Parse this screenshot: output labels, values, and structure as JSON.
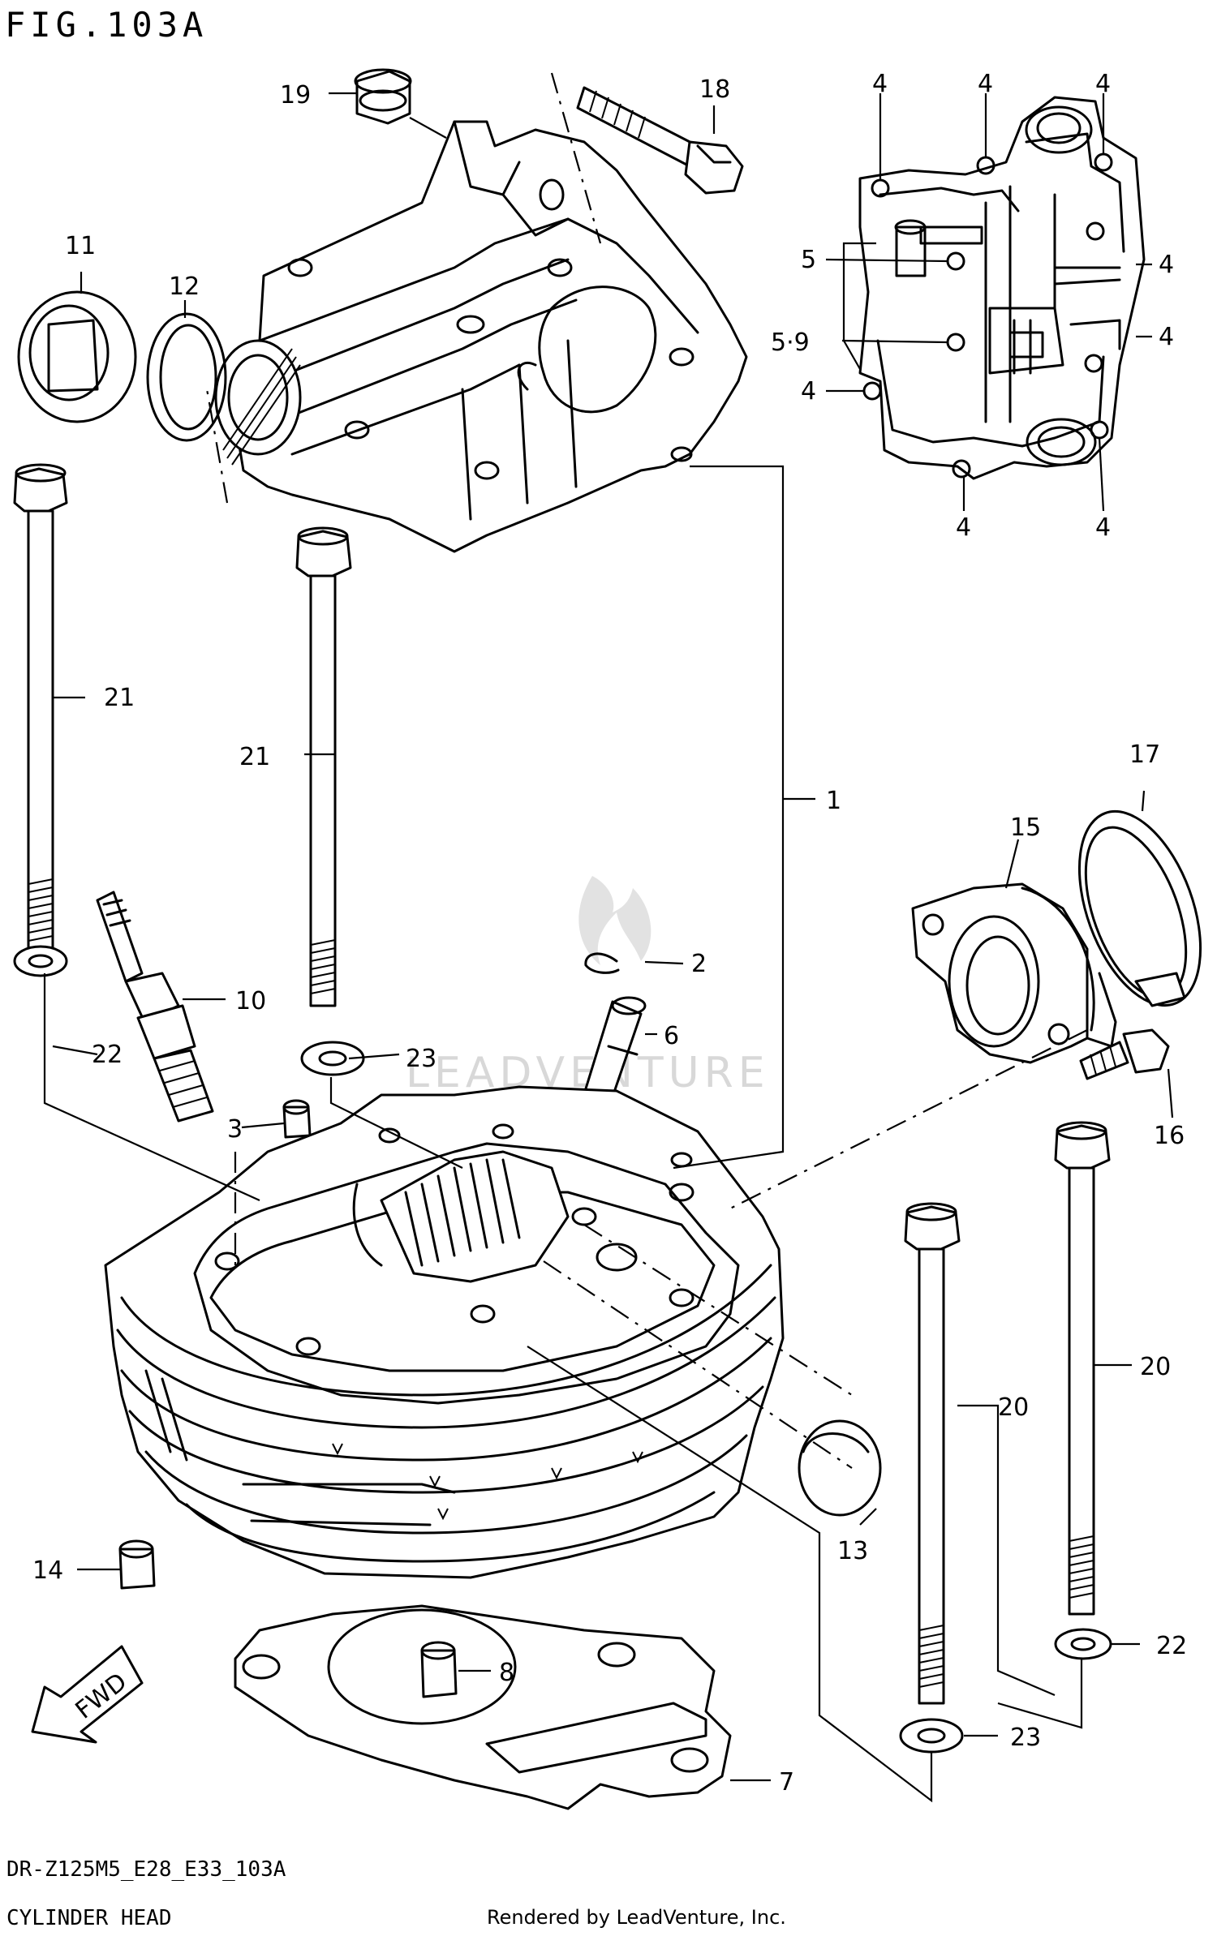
{
  "header": {
    "fig_title": "FIG.103A"
  },
  "footer": {
    "model_code": "DR-Z125M5_E28_E33_103A",
    "section_title": "CYLINDER HEAD",
    "render_credit": "Rendered by LeadVenture, Inc."
  },
  "watermark": {
    "text": "LEADVENTURE"
  },
  "fwd_arrow_label": "FWD",
  "callouts": [
    {
      "id": "c1",
      "label": "1"
    },
    {
      "id": "c2",
      "label": "2"
    },
    {
      "id": "c3",
      "label": "3"
    },
    {
      "id": "c4a",
      "label": "4"
    },
    {
      "id": "c4b",
      "label": "4"
    },
    {
      "id": "c4c",
      "label": "4"
    },
    {
      "id": "c4d",
      "label": "4"
    },
    {
      "id": "c4e",
      "label": "4"
    },
    {
      "id": "c4f",
      "label": "4"
    },
    {
      "id": "c4g",
      "label": "4"
    },
    {
      "id": "c4h",
      "label": "4"
    },
    {
      "id": "c5",
      "label": "5"
    },
    {
      "id": "c59",
      "label": "5·9"
    },
    {
      "id": "c6",
      "label": "6"
    },
    {
      "id": "c7",
      "label": "7"
    },
    {
      "id": "c8",
      "label": "8"
    },
    {
      "id": "c10",
      "label": "10"
    },
    {
      "id": "c11",
      "label": "11"
    },
    {
      "id": "c12",
      "label": "12"
    },
    {
      "id": "c13",
      "label": "13"
    },
    {
      "id": "c14",
      "label": "14"
    },
    {
      "id": "c15",
      "label": "15"
    },
    {
      "id": "c16",
      "label": "16"
    },
    {
      "id": "c17",
      "label": "17"
    },
    {
      "id": "c18",
      "label": "18"
    },
    {
      "id": "c19",
      "label": "19"
    },
    {
      "id": "c20a",
      "label": "20"
    },
    {
      "id": "c20b",
      "label": "20"
    },
    {
      "id": "c21a",
      "label": "21"
    },
    {
      "id": "c21b",
      "label": "21"
    },
    {
      "id": "c22a",
      "label": "22"
    },
    {
      "id": "c22b",
      "label": "22"
    },
    {
      "id": "c23a",
      "label": "23"
    },
    {
      "id": "c23b",
      "label": "23"
    }
  ]
}
